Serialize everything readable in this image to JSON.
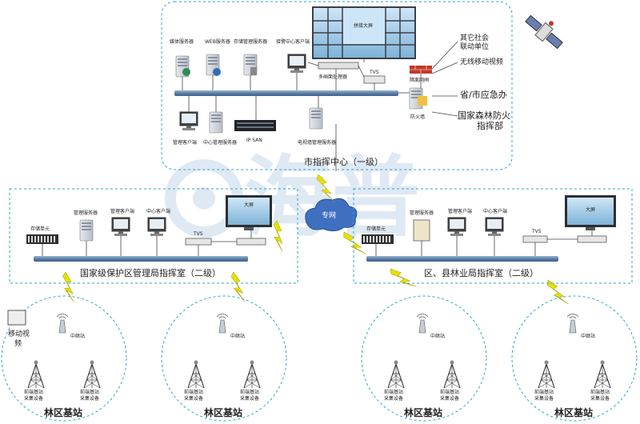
{
  "watermark": {
    "text": "海普",
    "color": "#8fb3d9"
  },
  "city_center": {
    "title": "市指挥中心（一级）",
    "big_screen": "拼接大屏",
    "servers": [
      "媒体服务器",
      "WEB服务器",
      "存储管理服务器"
    ],
    "dispatch_terminal": "接警中心客户端",
    "matrix": "多画面处理器",
    "tvs": "TVS",
    "firewall_top": "隔离网闸",
    "firewall": "防火墙",
    "admin_client": "管理客户端",
    "center_mgmt_server": "中心管理服务器",
    "ip_san": "IP SAN",
    "video_server": "电视墙管理服务器",
    "external": [
      "其它社会联动单位",
      "无线移动视频",
      "省/市应急办",
      "国家森林防火指挥部"
    ]
  },
  "private_network": "专网",
  "left_center": {
    "title": "国家级保护区管理局指挥室（二级）",
    "storage": "存储单元",
    "server": "管理服务器",
    "admin_client": "管理客户端",
    "center_client": "中心客户端",
    "tvs": "TVS",
    "screen": "大屏"
  },
  "right_center": {
    "title": "区、县林业局指挥室（二级）",
    "storage": "存储单元",
    "server": "管理服务器",
    "admin_client": "管理客户端",
    "center_client": "中心客户端",
    "tvs": "TVS",
    "screen": "大屏"
  },
  "base_stations": [
    {
      "label": "林区基站",
      "relay": "中继站",
      "front_a": "前端基站\n采集设备",
      "front_b": "前端基站\n采集设备"
    },
    {
      "label": "林区基站",
      "relay": "中继站",
      "front_a": "前端基站\n采集设备",
      "front_b": "前端基站\n采集设备"
    },
    {
      "label": "林区基站",
      "relay": "中继站",
      "front_a": "前端基站\n采集设备",
      "front_b": "前端基站\n采集设备"
    },
    {
      "label": "林区基站",
      "relay": "中继站",
      "front_a": "前端基站\n采集设备",
      "front_b": "前端基站\n采集设备"
    }
  ],
  "mobile_video": "移动视\n频",
  "colors": {
    "dash": "#2aa7c9",
    "bus": "#5b7fa6",
    "lightning": "#e8e000",
    "accent_red": "#c0392b"
  }
}
